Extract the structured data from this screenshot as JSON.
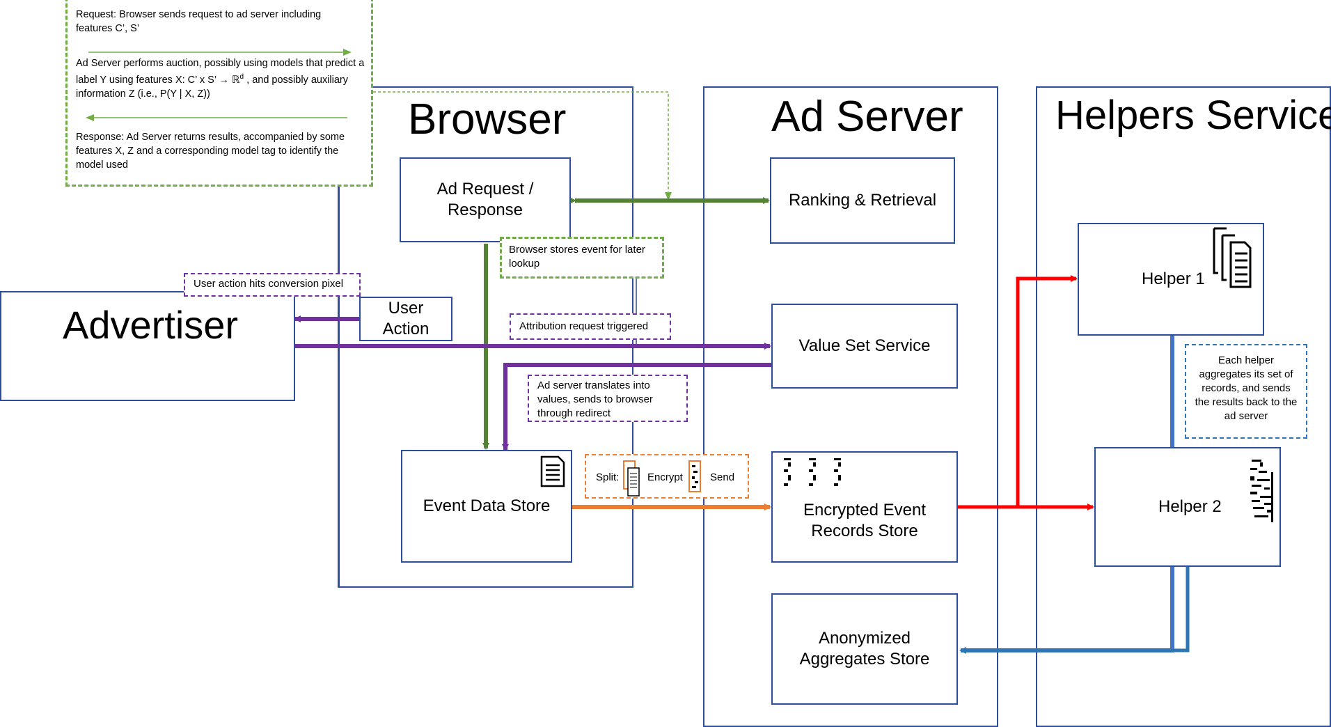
{
  "legend": {
    "request": "Request: Browser sends request to ad server including features C’, S’",
    "auction_pre": "Ad Server performs auction, possibly using models that predict a label Y using features X: C’ x S’ → ℝ",
    "auction_sup": "d",
    "auction_post": " , and possibly auxiliary information Z (i.e., P(Y | X, Z))",
    "response": "Response: Ad Server returns results, accompanied by some features X, Z and a corresponding model tag to identify the model used"
  },
  "sections": {
    "browser": "Browser",
    "ad_server": "Ad Server",
    "helpers": "Helpers Service",
    "advertiser": "Advertiser"
  },
  "boxes": {
    "ad_request": "Ad Request / Response",
    "ranking": "Ranking & Retrieval",
    "user_action": "User Action",
    "value_set": "Value Set Service",
    "event_store": "Event Data Store",
    "encrypted_store": "Encrypted Event Records Store",
    "anonymized_store": "Anonymized Aggregates Store",
    "helper1": "Helper 1",
    "helper2": "Helper 2"
  },
  "notes": {
    "browser_stores": "Browser stores event for later lookup",
    "conversion_pixel": "User action hits conversion pixel",
    "attribution": "Attribution request triggered",
    "translate": "Ad server translates into values, sends to browser through redirect",
    "split": "Split:",
    "encrypt": "Encrypt",
    "send": "Send",
    "helpers_aggregate": "Each helper aggregates its set of records, and sends the results back to the ad server"
  },
  "colors": {
    "container": "#2e4d9b",
    "green_arrow": "#548235",
    "green_dashed": "#70ad47",
    "purple": "#7030a0",
    "orange": "#ed7d31",
    "red": "#ff0000",
    "blue": "#2e75b6",
    "light_blue": "#4472c4"
  },
  "icons": [
    "document-icon",
    "documents-stack-icon",
    "shredded-document-icon",
    "split-document-icon",
    "encrypted-fragments-icon"
  ]
}
